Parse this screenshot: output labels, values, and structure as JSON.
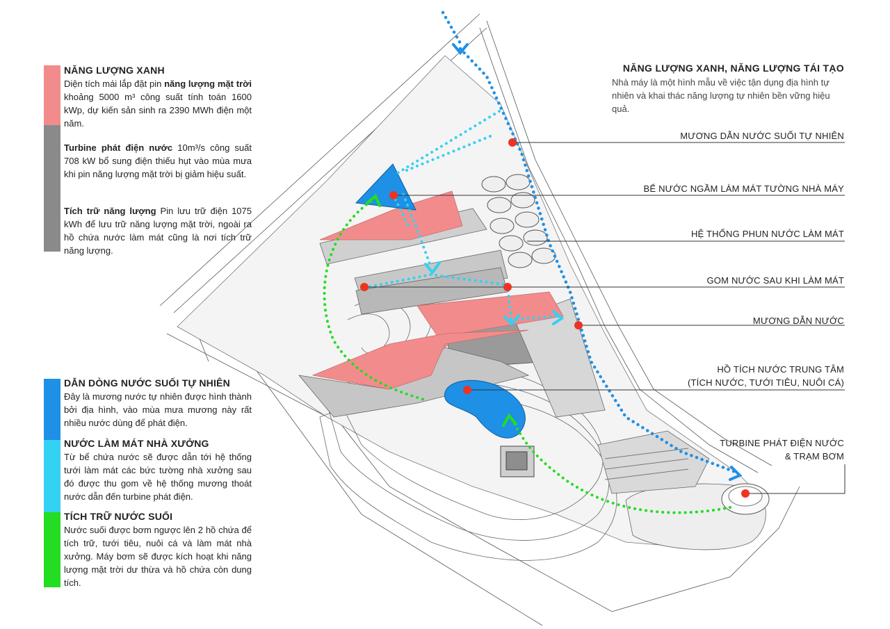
{
  "intro": {
    "title": "NĂNG LƯỢNG XANH, NĂNG LƯỢNG TÁI TẠO",
    "text": "Nhà máy là một hình mẫu về việc tận dụng địa hình tự nhiên và khai thác năng lượng tự nhiên bền vững hiệu quả."
  },
  "colors": {
    "solar": "#f28c8c",
    "storage": "#8a8a8a",
    "stream": "#1e90e6",
    "cooling": "#33d1f2",
    "pump": "#22dd22",
    "marker": "#ee3322"
  },
  "legend": {
    "green_energy": {
      "title": "NĂNG LƯỢNG XANH",
      "line1_pre": "Diện tích mái lắp đặt pin ",
      "line1_bold": "năng lượng mặt trời",
      "line1_post": " khoảng 5000 m³ công suất tính toán 1600 kWp, dự kiến sản sinh ra 2390 MWh điện một năm."
    },
    "turbine": {
      "bold": "Turbine phát điện nước",
      "text": " 10m³/s công suất 708 kW bổ sung điện thiếu hụt vào mùa mưa khi pin năng lượng mặt trời bị giảm hiệu suất."
    },
    "storage": {
      "bold": "Tích trữ năng lượng",
      "text": " Pin lưu trữ điện 1075 kWh để lưu trữ năng lượng mặt trời, ngoài ra hồ chứa nước làm mát cũng là nơi tích trữ năng lượng."
    },
    "stream": {
      "title": "DẪN DÒNG NƯỚC SUỐI TỰ NHIÊN",
      "text": "Đây là mương nước tự nhiên được hình thành bởi địa hình, vào mùa mưa mương này rất nhiều nước dùng để phát điện."
    },
    "cooling": {
      "title": "NƯỚC LÀM MÁT NHÀ XƯỞNG",
      "text": "Từ bể chứa nước sẽ được dẫn tới hệ thống tưới làm mát các bức tường nhà xưởng sau đó được thu gom về hệ thống mương thoát nước dẫn đến turbine phát điện."
    },
    "pump": {
      "title": "TÍCH TRỮ NƯỚC SUỐI",
      "text": "Nước suối được bơm ngược lên 2 hồ chứa để tích trữ, tưới tiêu, nuôi cá và làm mát nhà xưởng. Máy bơm sẽ được kích hoạt khi năng lượng mặt trời dư thừa và hồ chứa còn dung tích."
    }
  },
  "callouts": [
    "MƯƠNG DẪN NƯỚC SUỐI TỰ NHIÊN",
    "BỂ NƯỚC NGẦM LÀM MÁT TƯỜNG NHÀ MÁY",
    "HỆ THỐNG PHUN NƯỚC LÀM MÁT",
    "GOM NƯỚC SAU KHI LÀM MÁT",
    "MƯƠNG DẪN NƯỚC",
    "HỒ TÍCH NƯỚC TRUNG TÂM",
    "(TÍCH NƯỚC, TƯỚI TIÊU, NUÔI CÁ)",
    "TURBINE PHÁT ĐIỆN NƯỚC",
    "& TRẠM BƠM"
  ]
}
